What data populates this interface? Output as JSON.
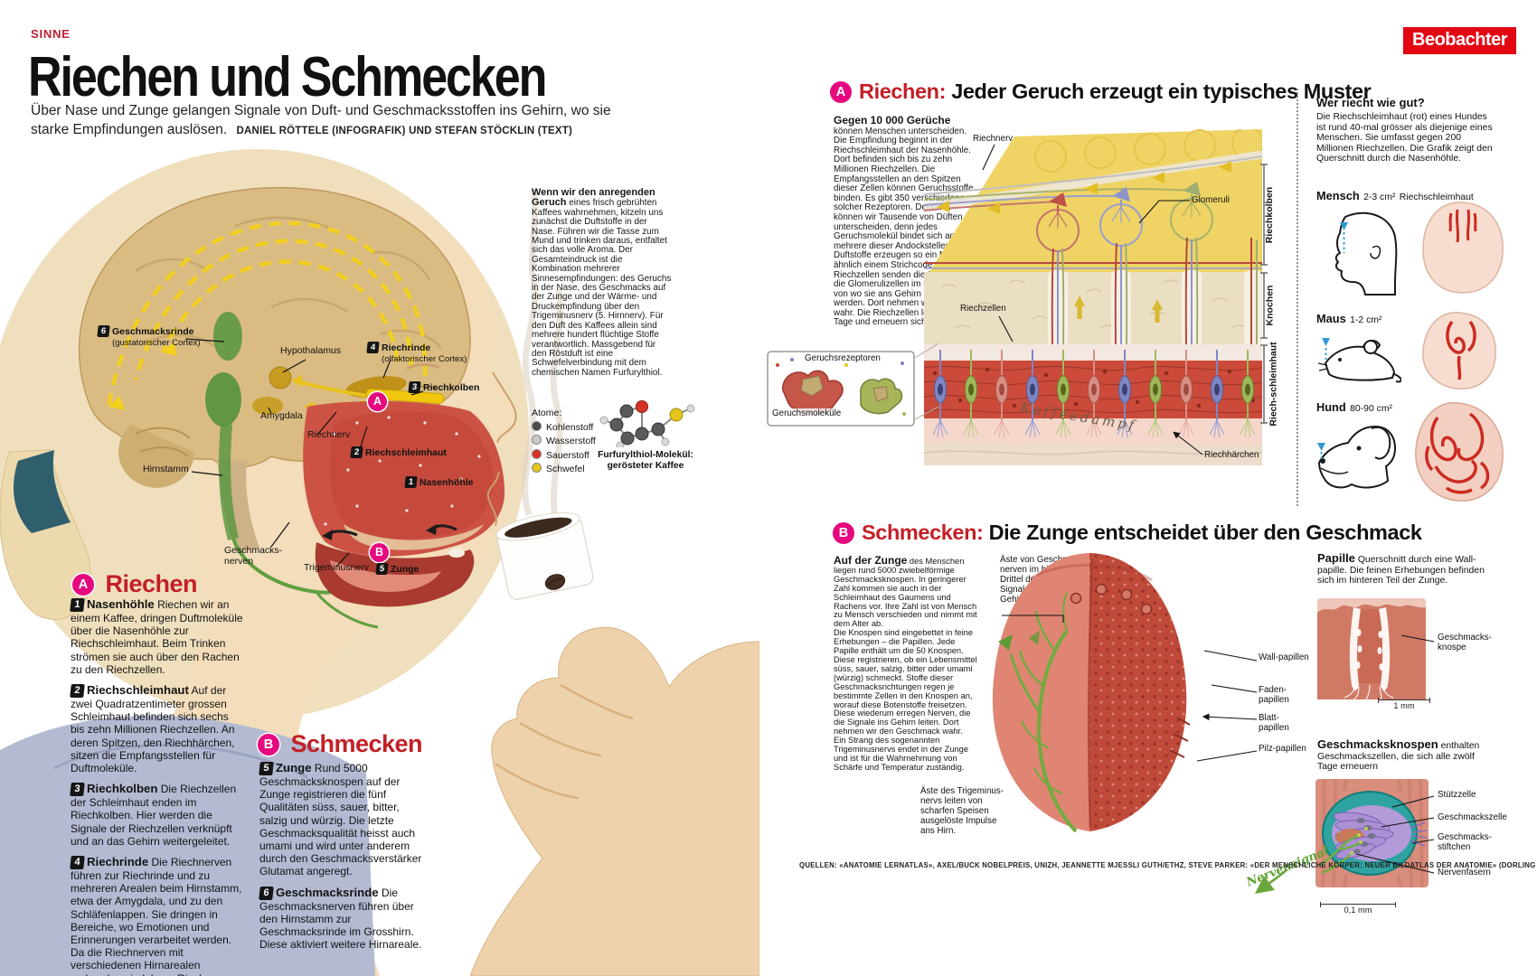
{
  "page": {
    "kicker": "SINNE",
    "title": "Riechen und Schmecken",
    "subtitle": "Über Nase und Zunge gelangen Signale von Duft- und Geschmacksstoffen ins Gehirn, wo sie starke Empfindungen auslösen.",
    "credit": "DANIEL RÖTTELE (INFOGRAFIK) UND STEFAN STÖCKLIN (TEXT)",
    "brand": "Beobachter",
    "sources": "QUELLEN: «ANATOMIE LERNATLAS», AXEL/BUCK NOBELPREIS, UNIZH, JEANNETTE MJESSLI GUTH/ETHZ, STEVE PARKER: «DER MENSCHLICHE KÖRPER: NEUER BILDATLAS DER ANATOMIE» (DORLING KINDERSLEY)"
  },
  "colors": {
    "accent_red": "#c31f26",
    "kicker_red": "#c02032",
    "brand_red": "#e30613",
    "marker_pink": "#e5087e",
    "nerve_yellow": "#f4d11c",
    "nerve_green": "#5f9f3e",
    "mucosa_red": "#cb4a39",
    "diagram_yellow": "#efd465",
    "bud_teal": "#2fa3a0",
    "bud_purple": "#ab90d4"
  },
  "figure": {
    "labels": {
      "geschmacksrinde": {
        "num": "6",
        "text": "Geschmacksrinde",
        "sub": "(gustatorischer Cortex)"
      },
      "hypothalamus": "Hypothalamus",
      "riechrinde": {
        "num": "4",
        "text": "Riechrinde",
        "sub": "(olfaktorischer Cortex)"
      },
      "riechkolben": {
        "num": "3",
        "text": "Riechkolben"
      },
      "amygdala": "Amygdala",
      "riechnerv": "Riechnerv",
      "riechschleimhaut": {
        "num": "2",
        "text": "Riechschleimhaut"
      },
      "hirnstamm": "Hirnstamm",
      "nasenhoehle": {
        "num": "1",
        "text": "Nasenhöhle"
      },
      "geschmacksnerven": "Geschmacks-nerven",
      "trigeminusnerv": "Trigeminusnerv",
      "zunge": {
        "num": "5",
        "text": "Zunge"
      },
      "marker_a": "A",
      "marker_b": "B"
    },
    "intro": {
      "lead": "Wenn wir den anregenden Geruch",
      "text": "eines frisch gebrühten Kaffees wahrnehmen, kitzeln uns zunächst die Duftstoffe in der Nase. Führen wir die Tasse zum Mund und trinken daraus, entfaltet sich das volle Aroma. Der Gesamteindruck ist die Kombination mehrerer Sinnesempfindungen: des Geruchs in der Nase, des Geschmacks auf der Zunge und der Wärme- und Druckempfindung über den Trigeminusnerv (5. Hirnnerv). Für den Duft des Kaffees allein sind mehrere hundert flüchtige Stoffe verantwortlich. Massgebend für den Röstduft ist eine Schwefelverbindung mit dem chemischen Namen Furfurylthiol."
    },
    "atoms": {
      "title": "Atome:",
      "items": [
        {
          "label": "Kohlenstoff",
          "color": "#4a4a4a"
        },
        {
          "label": "Wasserstoff",
          "color": "#c9c9c9"
        },
        {
          "label": "Sauerstoff",
          "color": "#d63326"
        },
        {
          "label": "Schwefel",
          "color": "#e3c51e"
        }
      ],
      "caption1": "Furfurylthiol-Molekül:",
      "caption2": "gerösteter Kaffee"
    }
  },
  "section_riechen": {
    "marker": "A",
    "title": "Riechen",
    "items": [
      {
        "num": "1",
        "term": "Nasenhöhle",
        "text": "Riechen wir an einem Kaffee, dringen Duftmoleküle über die Nasenhöhle zur Riechschleimhaut. Beim Trinken strömen sie auch über den Rachen zu den Riechzellen."
      },
      {
        "num": "2",
        "term": "Riechschleimhaut",
        "text": "Auf der zwei Quadratzentimeter grossen Schleimhaut befinden sich sechs bis zehn Millionen Riechzellen. An deren Spitzen, den Riechhärchen, sitzen die Empfangsstellen für Duftmoleküle."
      },
      {
        "num": "3",
        "term": "Riechkolben",
        "text": "Die Riechzellen der Schleimhaut enden im Riechkolben. Hier werden die Signale der Riechzellen verknüpft und an das Gehirn weitergeleitet."
      },
      {
        "num": "4",
        "term": "Riechrinde",
        "text": "Die Riechnerven führen zur Riechrinde und zu mehreren Arealen beim Hirnstamm, etwa der Amygdala, und zu den Schläfenlappen. Sie dringen in Bereiche, wo Emotionen und Erinnerungen verarbeitet werden. Da die Riechnerven mit verschiedenen Hirnarealen verbunden sind, kann Riechen komplexe Reaktionen wie Appetit und Brechreiz auslösen."
      }
    ]
  },
  "section_schmecken": {
    "marker": "B",
    "title": "Schmecken",
    "items": [
      {
        "num": "5",
        "term": "Zunge",
        "text": "Rund 5000 Geschmacksknospen auf der Zunge registrieren die fünf Qualitäten süss, sauer, bitter, salzig und würzig. Die letzte Geschmacksqualität heisst auch umami und wird unter anderem durch den Geschmacksverstärker Glutamat angeregt."
      },
      {
        "num": "6",
        "term": "Geschmacksrinde",
        "text": "Die Geschmacksnerven führen über den Hirnstamm zur Geschmacksrinde im Grosshirn. Diese aktiviert weitere Hirnareale."
      }
    ]
  },
  "panel_riechen": {
    "marker": "A",
    "title": "Riechen:",
    "headline": "Jeder Geruch erzeugt ein typisches Muster",
    "lead": "Gegen 10 000 Gerüche",
    "body": "können Menschen unterscheiden. Die Empfindung beginnt in der Riechschleimhaut der Nasenhöhle. Dort befinden sich bis zu zehn Millionen Riechzellen. Die Empfangsstellen an den Spitzen dieser Zellen können Geruchsstoffe binden. Es gibt 350 verschiedene solcher Rezeptoren. Dennoch können wir Tausende von Düften unterscheiden, denn jedes Geruchsmolekül bindet sich an mehrere dieser Andockstellen: Die Duftstoffe erzeugen so ein Muster, ähnlich einem Strichcode. Die Riechzellen senden die Signale an die Glomerulizellen im Riechkolben, von wo sie ans Gehirn geleitet werden. Dort nehmen wir den Duft wahr. Die Riechzellen leben nur 60 Tage und erneuern sich dauernd.",
    "diagram": {
      "riechnerv": "Riechnerv",
      "glomeruli": "Glomeruli",
      "riechzellen": "Riechzellen",
      "riechhaerchen": "Riechhärchen",
      "kaffeedampf": "Kaffeedampf",
      "geruchsrezeptoren": "Geruchsrezeptoren",
      "geruchsmolekuele": "Geruchsmoleküle",
      "layer_riechkolben": "Riechkolben",
      "layer_knochen": "Knochen",
      "layer_riechschleimhaut": "Riech-schleimhaut"
    },
    "sidebar": {
      "title": "Wer riecht wie gut?",
      "text": "Die Riechschleimhaut (rot) eines Hundes ist rund 40-mal grösser als diejenige eines Menschen. Sie umfasst gegen 200 Millionen Riechzellen. Die Grafik zeigt den Querschnitt durch die Nasenhöhle.",
      "species": [
        {
          "name": "Mensch",
          "area": "2-3 cm²",
          "suffix": "Riechschleimhaut"
        },
        {
          "name": "Maus",
          "area": "1-2 cm²",
          "suffix": ""
        },
        {
          "name": "Hund",
          "area": "80-90 cm²",
          "suffix": ""
        }
      ]
    }
  },
  "panel_schmecken": {
    "marker": "B",
    "title": "Schmecken:",
    "headline": "Die Zunge entscheidet über den Geschmack",
    "lead": "Auf der Zunge",
    "body1": "des Menschen liegen rund 5000 zwiebelförmige Geschmacksknospen. In geringerer Zahl kommen sie auch in der Schleimhaut des Gaumens und Rachens vor. Ihre Zahl ist von Mensch zu Mensch verschieden und nimmt mit dem Alter ab.",
    "body2": "Die Knospen sind eingebettet in feine Erhebungen – die Papillen. Jede Papille enthält um die 50 Knospen. Diese registrieren, ob ein Lebensmittel süss, sauer, salzig, bitter oder umami (würzig) schmeckt. Stoffe dieser Geschmacksrichtungen regen je bestimmte Zellen in den Knospen an, worauf diese Botenstoffe freisetzen. Diese wiederum erregen Nerven, die die Signale ins Gehirn leiten. Dort nehmen wir den Geschmack wahr.",
    "body3": "Ein Strang des sogenannten Trigeminusnervs endet in der Zunge und ist für die Wahrnehmung von Schärfe und Temperatur zuständig.",
    "note_top": "Äste von Geschmacks-nerven im hinteren Drittel der Zunge leiten Signale direkt ans Gehirn.",
    "note_bottom": "Äste des Trigeminus-nervs leiten von scharfen Speisen ausgelöste Impulse ans Hirn.",
    "tongue_labels": [
      "Wall-papillen",
      "Faden-papillen",
      "Blatt-papillen",
      "Pilz-papillen"
    ],
    "papille": {
      "lead": "Papille",
      "text": "Querschnitt durch eine Wall-papille. Die feinen Erhebungen befinden sich im hinteren Teil der Zunge.",
      "label": "Geschmacks-knospe",
      "scale": "1 mm"
    },
    "knospen": {
      "lead": "Geschmacksknospen",
      "text": "enthalten Geschmackszellen, die sich alle zwölf Tage erneuern",
      "labels": [
        "Stützzelle",
        "Geschmackszelle",
        "Geschmacks-stiftchen",
        "Nervenfasern"
      ],
      "scale": "0,1 mm",
      "signal": "Nervensignal"
    }
  }
}
